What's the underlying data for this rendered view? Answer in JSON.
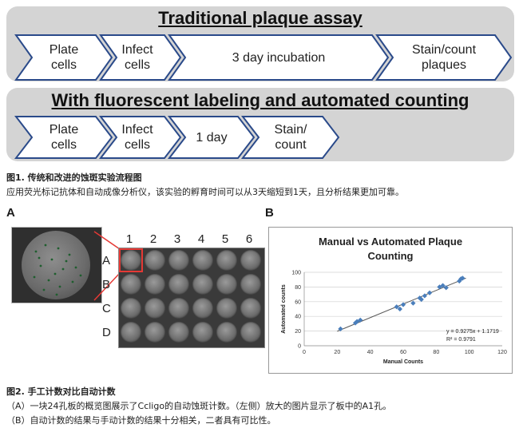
{
  "traditional": {
    "title": "Traditional plaque assay",
    "steps": [
      "Plate\ncells",
      "Infect\ncells",
      "3 day incubation",
      "Stain/count\nplaques"
    ]
  },
  "fluorescent": {
    "title": "With fluorescent labeling and automated counting",
    "steps": [
      "Plate\ncells",
      "Infect\ncells",
      "1 day",
      "Stain/\ncount"
    ]
  },
  "figure1": {
    "title": "图1. 传统和改进的蚀斑实验流程图",
    "desc": "应用荧光标记抗体和自动成像分析仪，该实验的孵育时间可以从3天缩短到1天，且分析结果更加可靠。"
  },
  "panelA": {
    "letter": "A",
    "columns": [
      "1",
      "2",
      "3",
      "4",
      "5",
      "6"
    ],
    "rows": [
      "A",
      "B",
      "C",
      "D"
    ]
  },
  "panelB": {
    "letter": "B"
  },
  "chart_data": {
    "type": "scatter",
    "title": "Manual vs Automated Plaque Counting",
    "xlabel": "Manual Counts",
    "ylabel": "Automated counts",
    "xlim": [
      0,
      120
    ],
    "ylim": [
      0,
      100
    ],
    "xticks": [
      "0",
      "20",
      "40",
      "60",
      "80",
      "100",
      "120"
    ],
    "yticks": [
      "0",
      "20",
      "40",
      "60",
      "80",
      "100"
    ],
    "x": [
      22,
      31,
      32,
      34,
      56,
      58,
      60,
      66,
      70,
      71,
      73,
      76,
      82,
      84,
      86,
      94,
      95,
      96
    ],
    "y": [
      23,
      31,
      33,
      35,
      53,
      50,
      56,
      58,
      65,
      63,
      68,
      72,
      80,
      82,
      79,
      88,
      91,
      92
    ],
    "equation": "y = 0.9275x + 1.1719",
    "r2": "R² = 0.9791",
    "trendline": [
      0.9275,
      1.1719
    ],
    "grid": "horizontal",
    "color": "#4a7ebb"
  },
  "figure2": {
    "title": "图2. 手工计数对比自动计数",
    "lineA": "（A）一块24孔板的概览图展示了Ccligo的自动蚀斑计数。（左侧）放大的图片显示了板中的A1孔。",
    "lineB": "（B）自动计数的结果与手动计数的结果十分相关，二者具有可比性。"
  },
  "colors": {
    "panel": "#d4d4d4",
    "chevron_stroke": "#2a4a8a",
    "highlight": "#e53935"
  }
}
